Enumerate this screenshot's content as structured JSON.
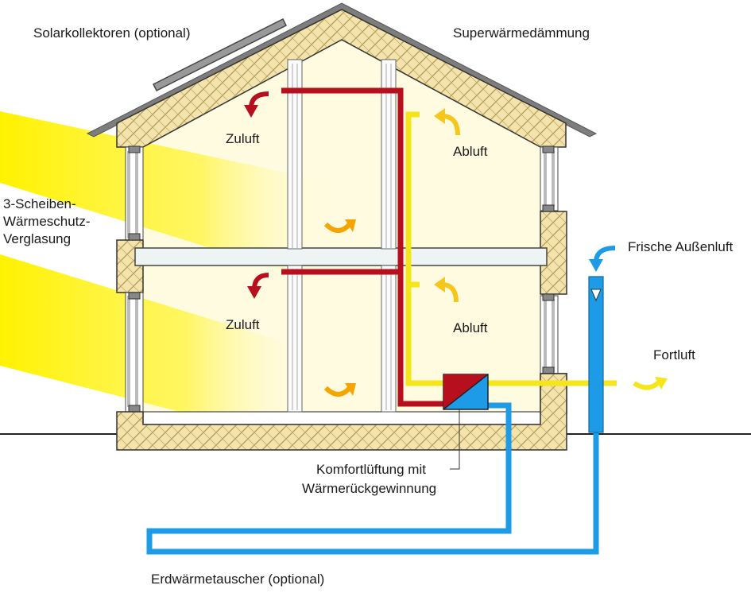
{
  "labels": {
    "solar_collectors": "Solarkollektoren (optional)",
    "super_insulation": "Superwärmedämmung",
    "triple_glazing_line1": "3-Scheiben-",
    "triple_glazing_line2": "Wärmeschutz-",
    "triple_glazing_line3": "Verglasung",
    "fresh_outside_air": "Frische Außenluft",
    "exhaust_air_out": "Fortluft",
    "supply_air_upper": "Zuluft",
    "supply_air_lower": "Zuluft",
    "extract_air_upper": "Abluft",
    "extract_air_lower": "Abluft",
    "ventilation_unit_line1": "Komfortlüftung mit",
    "ventilation_unit_line2": "Wärmerückgewinnung",
    "ground_heat_exchanger": "Erdwärmetauscher (optional)"
  },
  "colors": {
    "supply_duct": "#b80f1e",
    "extract_duct": "#f5e61c",
    "fresh_air_duct": "#1e9be6",
    "insulation": "#f3e3ad",
    "sunlight": "#fff200",
    "interior": "#fffbe0",
    "room_flow_arrow": "#f6a400",
    "roof": "#7d7d7d"
  }
}
